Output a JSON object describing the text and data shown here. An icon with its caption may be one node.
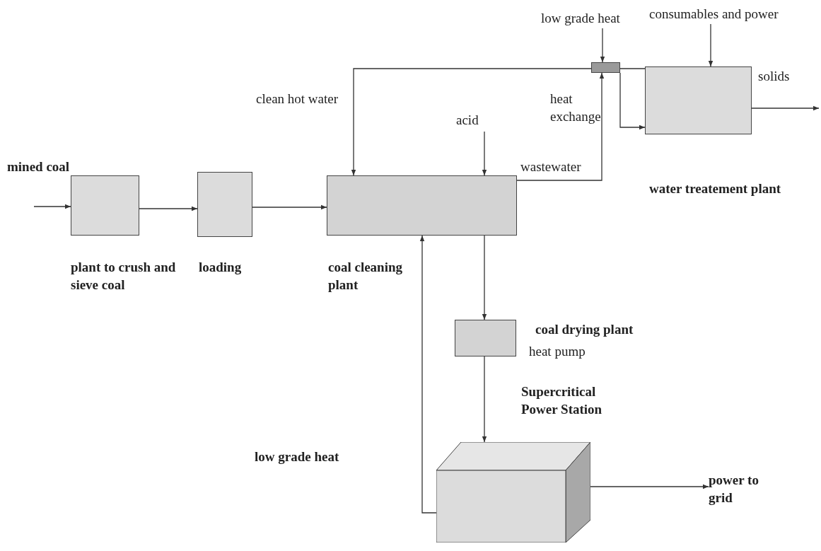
{
  "diagram": {
    "nodes": [
      {
        "text": [],
        "shape": "box",
        "beside": [
          "plant to crush and sieve coal"
        ]
      },
      {
        "text": [],
        "shape": "box",
        "beside": [
          "loading"
        ]
      },
      {
        "text": [],
        "shape": "box",
        "beside": [
          "coal cleaning plant"
        ]
      },
      {
        "text": [],
        "shape": "box",
        "beside": [
          "heat exchange"
        ]
      },
      {
        "text": [],
        "shape": "box",
        "beside": [
          "water treatement plant"
        ]
      },
      {
        "text": [],
        "shape": "box",
        "beside": [
          "coal drying plant",
          "heat pump"
        ]
      },
      {
        "text": [],
        "shape": "cube",
        "beside": [
          "Supercritical Power Station"
        ]
      },
      {
        "text": [
          "low grade heat"
        ]
      },
      {
        "text": [
          "consumables and power"
        ]
      },
      {
        "text": [
          "power to grid"
        ]
      }
    ],
    "edges": [
      {
        "from": null,
        "to": 0,
        "arrow": "to"
      },
      {
        "from": 0,
        "to": 1,
        "arrow": "to"
      },
      {
        "from": 1,
        "to": 2,
        "arrow": "to"
      },
      {
        "from": 2,
        "to": 3,
        "arrow": "to"
      },
      {
        "from": 3,
        "to": 2,
        "arrow": "to"
      },
      {
        "from": null,
        "to": 2,
        "arrow": "to"
      },
      {
        "from": 7,
        "to": 3,
        "arrow": "to"
      },
      {
        "from": 3,
        "to": 4,
        "arrow": "none"
      },
      {
        "from": 3,
        "to": 4,
        "arrow": "to"
      },
      {
        "from": 8,
        "to": 4,
        "arrow": "to"
      },
      {
        "from": 4,
        "to": null,
        "arrow": "to"
      },
      {
        "from": 2,
        "to": 5,
        "arrow": "to"
      },
      {
        "from": 5,
        "to": 6,
        "arrow": "to"
      },
      {
        "from": 6,
        "to": 2,
        "arrow": "to"
      },
      {
        "from": 6,
        "to": 9,
        "arrow": "to"
      }
    ],
    "labels": [
      "mined coal",
      "clean hot water",
      "acid",
      "solids",
      "wastewater",
      "low grade heat"
    ]
  }
}
